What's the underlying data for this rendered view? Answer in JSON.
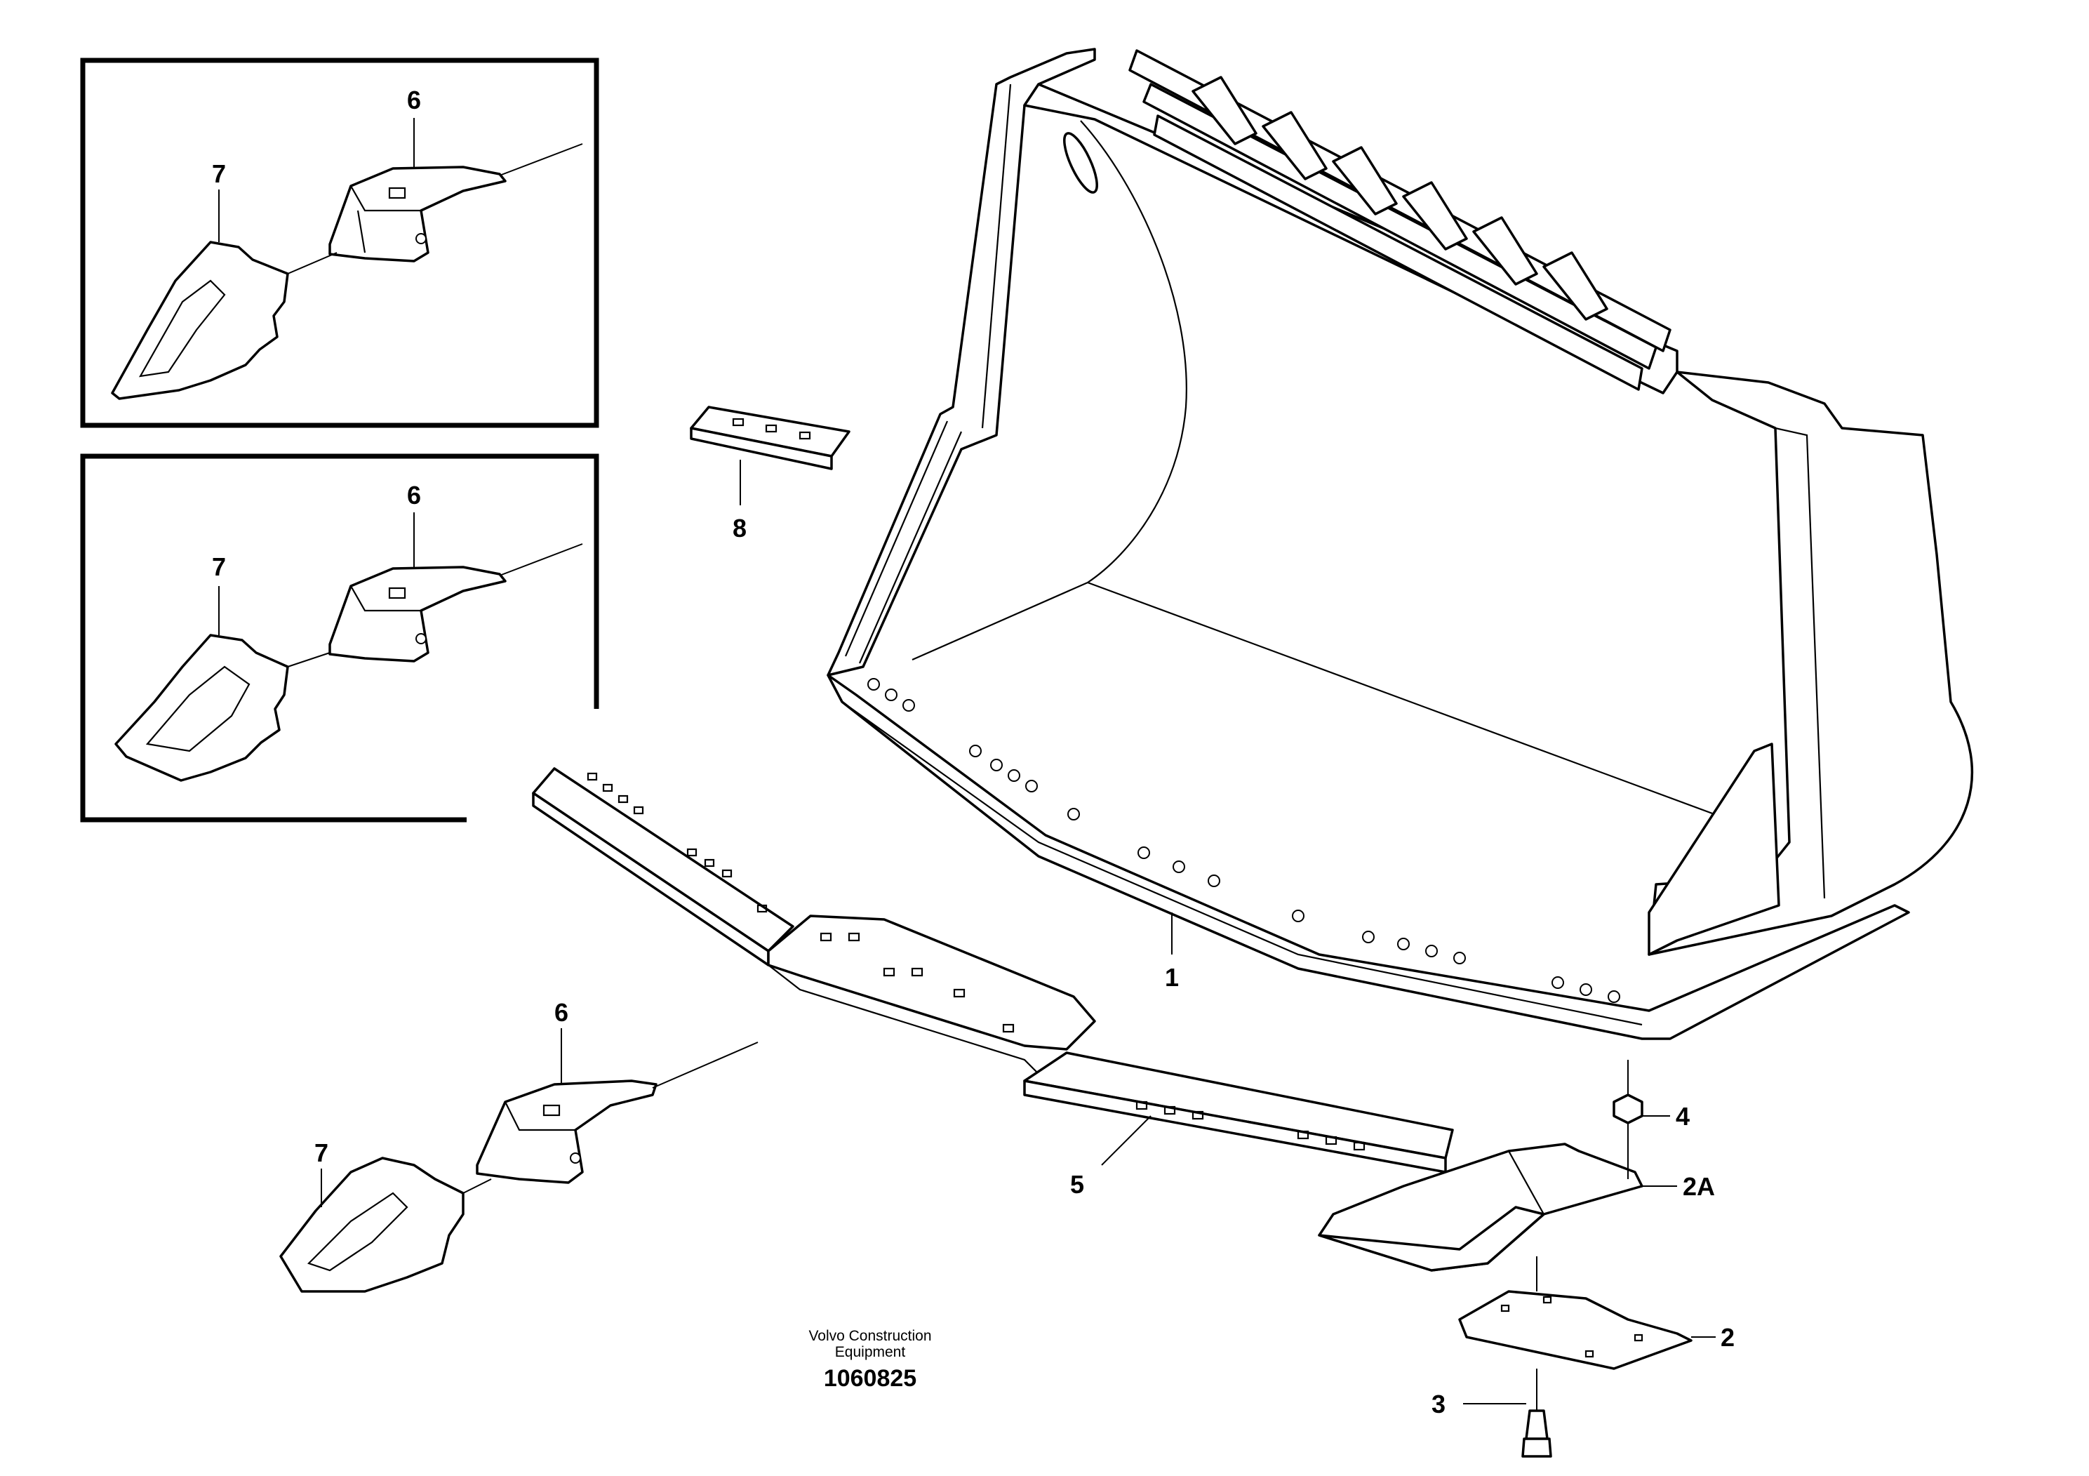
{
  "diagram": {
    "callouts": {
      "bucket": "1",
      "wear_plate": "2",
      "wear_plate_corner": "2A",
      "bolt": "3",
      "nut": "4",
      "cutting_edge": "5",
      "tooth_adapter_top": "6",
      "tooth_top": "7",
      "tooth_adapter_middle": "6",
      "tooth_middle": "7",
      "tooth_adapter_bottom": "6",
      "tooth_bottom": "7",
      "segment": "8"
    },
    "caption": {
      "company_line1": "Volvo Construction",
      "company_line2": "Equipment",
      "drawing_number": "1060825"
    }
  }
}
